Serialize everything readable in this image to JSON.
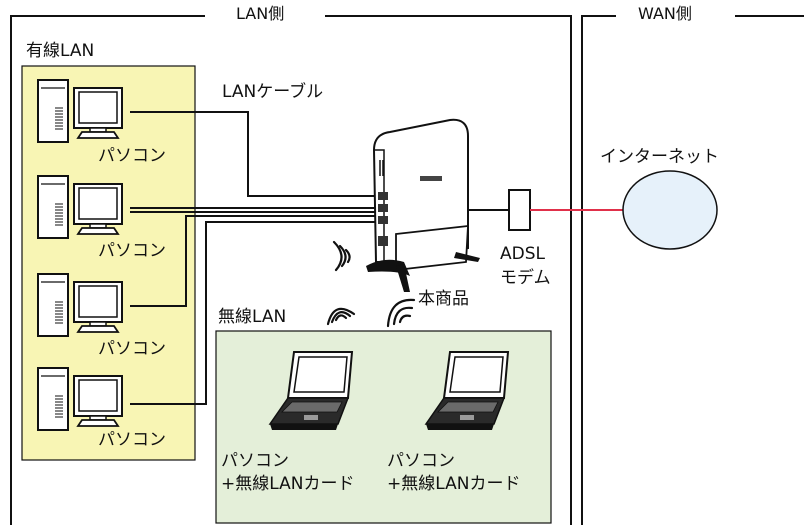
{
  "sections": {
    "lan_title": "LAN側",
    "wan_title": "WAN側"
  },
  "wired": {
    "title": "有線LAN",
    "cable_label": "LANケーブル",
    "pcs": [
      {
        "label": "パソコン"
      },
      {
        "label": "パソコン"
      },
      {
        "label": "パソコン"
      },
      {
        "label": "パソコン"
      }
    ]
  },
  "wireless": {
    "title": "無線LAN",
    "laptops": [
      {
        "line1": "パソコン",
        "line2": "+無線LANカード"
      },
      {
        "line1": "パソコン",
        "line2": "+無線LANカード"
      }
    ]
  },
  "device": {
    "product_label": "本商品",
    "modem_line1": "ADSL",
    "modem_line2": "モデム"
  },
  "wan": {
    "internet_label": "インターネット"
  },
  "colors": {
    "wired_bg": "#f8f5b4",
    "wireless_bg": "#e4efd9",
    "internet_fill": "#e6f1fa",
    "modem_link": "#e0304a"
  },
  "icons": [
    "desktop-pc-icon",
    "laptop-icon",
    "router-icon",
    "modem-icon",
    "wifi-waves-icon",
    "internet-cloud-icon"
  ]
}
